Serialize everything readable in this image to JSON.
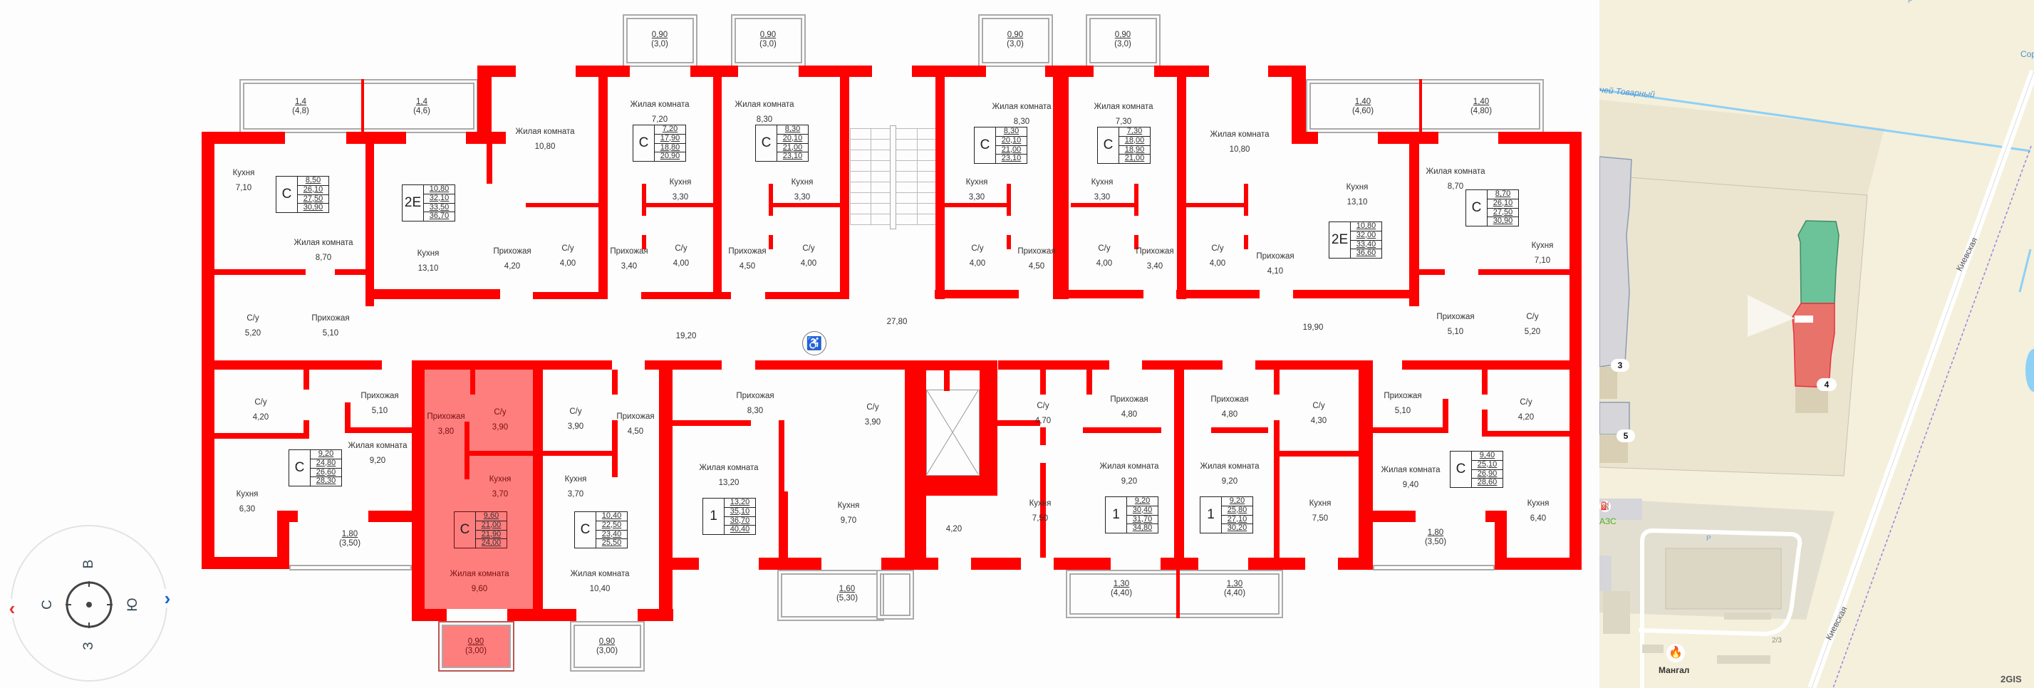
{
  "colors": {
    "wall": "#ff0000",
    "selected_apartment": "#ff8080",
    "map_bg": "#f4f0dc",
    "selected_building": "#e8736b",
    "other_section": "#6cc39a"
  },
  "rooms": [
    {
      "name": "Кухня",
      "area": "7,10"
    },
    {
      "name": "Жилая комната",
      "area": "8,70"
    },
    {
      "name": "Кухня",
      "area": "13,10"
    },
    {
      "name": "С/у",
      "area": "5,20"
    },
    {
      "name": "Прихожая",
      "area": "5,10"
    },
    {
      "name": "Жилая комната",
      "area": "10,80"
    },
    {
      "name": "Прихожая",
      "area": "4,20"
    },
    {
      "name": "С/у",
      "area": "4,00"
    },
    {
      "name": "Жилая комната",
      "area": "7,20"
    },
    {
      "name": "Кухня",
      "area": "3,30"
    },
    {
      "name": "Прихожая",
      "area": "3,40"
    },
    {
      "name": "С/у",
      "area": "4,00"
    },
    {
      "name": "Жилая комната",
      "area": "8,30"
    },
    {
      "name": "Кухня",
      "area": "3,30"
    },
    {
      "name": "Прихожая",
      "area": "4,50"
    },
    {
      "name": "С/у",
      "area": "4,00"
    },
    {
      "name": "Жилая комната",
      "area": "8,30"
    },
    {
      "name": "Кухня",
      "area": "3,30"
    },
    {
      "name": "С/у",
      "area": "4,00"
    },
    {
      "name": "Прихожая",
      "area": "4,50"
    },
    {
      "name": "Жилая комната",
      "area": "7,30"
    },
    {
      "name": "Кухня",
      "area": "3,30"
    },
    {
      "name": "С/у",
      "area": "4,00"
    },
    {
      "name": "Прихожая",
      "area": "3,40"
    },
    {
      "name": "Жилая комната",
      "area": "10,80"
    },
    {
      "name": "С/у",
      "area": "4,00"
    },
    {
      "name": "Прихожая",
      "area": "4,10"
    },
    {
      "name": "Кухня",
      "area": "13,10"
    },
    {
      "name": "Жилая комната",
      "area": "8,70"
    },
    {
      "name": "Кухня",
      "area": "7,10"
    },
    {
      "name": "Прихожая",
      "area": "5,10"
    },
    {
      "name": "С/у",
      "area": "5,20"
    },
    {
      "name": "С/у",
      "area": "4,20"
    },
    {
      "name": "Прихожая",
      "area": "5,10"
    },
    {
      "name": "Жилая комната",
      "area": "9,20"
    },
    {
      "name": "Кухня",
      "area": "6,30"
    },
    {
      "name": "Прихожая",
      "area": "3,80"
    },
    {
      "name": "С/у",
      "area": "3,90"
    },
    {
      "name": "Кухня",
      "area": "3,70"
    },
    {
      "name": "Жилая комната",
      "area": "9,60"
    },
    {
      "name": "С/у",
      "area": "3,90"
    },
    {
      "name": "Прихожая",
      "area": "4,50"
    },
    {
      "name": "Кухня",
      "area": "3,70"
    },
    {
      "name": "Жилая комната",
      "area": "10,40"
    },
    {
      "name": "Прихожая",
      "area": "8,30"
    },
    {
      "name": "Жилая комната",
      "area": "13,20"
    },
    {
      "name": "С/у",
      "area": "3,90"
    },
    {
      "name": "Кухня",
      "area": "9,70"
    },
    {
      "name": "С/у",
      "area": "4,70"
    },
    {
      "name": "Кухня",
      "area": "7,50"
    },
    {
      "name": "Прихожая",
      "area": "4,80"
    },
    {
      "name": "Жилая комната",
      "area": "9,20"
    },
    {
      "name": "Прихожая",
      "area": "4,80"
    },
    {
      "name": "Жилая комната",
      "area": "9,20"
    },
    {
      "name": "С/у",
      "area": "4,30"
    },
    {
      "name": "Кухня",
      "area": "7,50"
    },
    {
      "name": "Прихожая",
      "area": "5,10"
    },
    {
      "name": "Жилая комната",
      "area": "9,40"
    },
    {
      "name": "С/у",
      "area": "4,20"
    },
    {
      "name": "Кухня",
      "area": "6,40"
    }
  ],
  "common_areas": [
    "27,80",
    "19,20",
    "19,90",
    "4,20"
  ],
  "balconies": [
    {
      "area": "1,4",
      "total": "(4,8)"
    },
    {
      "area": "1,4",
      "total": "(4,6)"
    },
    {
      "area": "0,90",
      "total": "(3,0)"
    },
    {
      "area": "0,90",
      "total": "(3,0)"
    },
    {
      "area": "0,90",
      "total": "(3,0)"
    },
    {
      "area": "0,90",
      "total": "(3,0)"
    },
    {
      "area": "1,40",
      "total": "(4,60)"
    },
    {
      "area": "1,40",
      "total": "(4,80)"
    },
    {
      "area": "1,80",
      "total": "(3,50)"
    },
    {
      "area": "0,90",
      "total": "(3,00)"
    },
    {
      "area": "0,90",
      "total": "(3,00)"
    },
    {
      "area": "1,60",
      "total": "(5,30)"
    },
    {
      "area": "1,30",
      "total": "(4,40)"
    },
    {
      "area": "1,30",
      "total": "(4,40)"
    },
    {
      "area": "1,80",
      "total": "(3,50)"
    }
  ],
  "apartments": [
    {
      "type": "С",
      "values": [
        "8,50",
        "26,10",
        "27,50",
        "30,90"
      ]
    },
    {
      "type": "2Е",
      "values": [
        "10,80",
        "32,10",
        "33,50",
        "36,70"
      ]
    },
    {
      "type": "С",
      "values": [
        "7,20",
        "17,90",
        "18,80",
        "20,90"
      ]
    },
    {
      "type": "С",
      "values": [
        "8,30",
        "20,10",
        "21,00",
        "23,10"
      ]
    },
    {
      "type": "С",
      "values": [
        "8,30",
        "20,10",
        "21,00",
        "23,10"
      ]
    },
    {
      "type": "С",
      "values": [
        "7,30",
        "18,00",
        "18,90",
        "21,00"
      ]
    },
    {
      "type": "2Е",
      "values": [
        "10,80",
        "32,00",
        "33,40",
        "36,60"
      ]
    },
    {
      "type": "С",
      "values": [
        "8,70",
        "26,10",
        "27,50",
        "30,90"
      ]
    },
    {
      "type": "С",
      "values": [
        "9,20",
        "24,80",
        "26,60",
        "28,30"
      ]
    },
    {
      "type": "С",
      "values": [
        "9,60",
        "21,00",
        "21,90",
        "24,00"
      ],
      "selected": true
    },
    {
      "type": "С",
      "values": [
        "10,40",
        "22,50",
        "23,40",
        "25,50"
      ]
    },
    {
      "type": "1",
      "values": [
        "13,20",
        "35,10",
        "36,70",
        "40,40"
      ]
    },
    {
      "type": "1",
      "values": [
        "9,20",
        "30,40",
        "31,70",
        "34,80"
      ]
    },
    {
      "type": "1",
      "values": [
        "9,20",
        "25,80",
        "27,10",
        "30,20"
      ]
    },
    {
      "type": "С",
      "values": [
        "9,40",
        "25,10",
        "26,90",
        "28,60"
      ]
    }
  ],
  "icons": {
    "accessibility": "wheelchair-icon",
    "staircase": "stairs",
    "elevator": "elevator-shaft"
  },
  "compass": {
    "north": "С",
    "east": "В",
    "south": "Ю",
    "west": "З",
    "rotate_left": "‹",
    "rotate_right": "›"
  },
  "map": {
    "stream_label": "учей Товарный",
    "street_labels": [
      "Киевская",
      "Киевская"
    ],
    "corner_label": "Сор",
    "building_numbers": [
      "3",
      "5",
      "4"
    ],
    "poi": [
      {
        "label": "АЗС",
        "icon": "fuel-icon"
      },
      {
        "label": "Мангал",
        "icon": "fire-icon"
      }
    ],
    "house_number": "2/3",
    "parking": [
      "P",
      "P"
    ],
    "attribution": "2GIS"
  }
}
